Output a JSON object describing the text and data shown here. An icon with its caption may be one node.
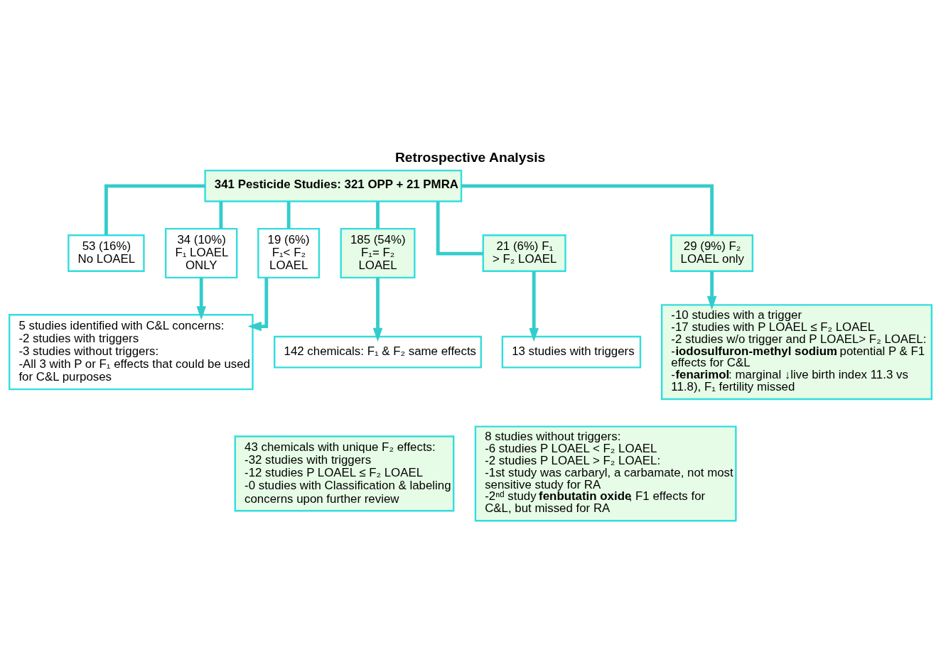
{
  "diagram": {
    "title": "Retrospective Analysis",
    "nodes": [
      {
        "text": [
          "341 Pesticide Studies: 321 OPP + 21 PMRA"
        ]
      },
      {
        "text": [
          "53 (16%) No LOAEL"
        ]
      },
      {
        "text": [
          "34 (10%) F₁ LOAEL ONLY"
        ]
      },
      {
        "text": [
          "19 (6%) F₁< F₂ LOAEL"
        ]
      },
      {
        "text": [
          "185 (54%) F₁= F₂ LOAEL"
        ]
      },
      {
        "text": [
          "21 (6%) F₁ > F₂ LOAEL"
        ]
      },
      {
        "text": [
          "29 (9%) F₂ LOAEL only"
        ]
      },
      {
        "text": [
          "5 studies identified with C&L concerns:",
          "-2 studies with triggers",
          "-3 studies without triggers:",
          "-All 3 with P or F₁ effects that could be used for C&L purposes"
        ]
      },
      {
        "text": [
          "13 studies with triggers"
        ]
      },
      {
        "text": [
          "8 studies without triggers:",
          "-6 studies P LOAEL < F₂ LOAEL",
          "-2 studies P LOAEL > F₂ LOAEL:",
          "-1st study was carbaryl, a carbamate, not most sensitive study for RA",
          "-2ⁿᵈ study **fenbutatin oxide**, F1 effects for C&L, but missed for RA"
        ]
      },
      {
        "text": [
          "142 chemicals: F₁ & F₂ same effects"
        ]
      },
      {
        "text": [
          "43 chemicals with unique F₂ effects:",
          "-32 studies with triggers",
          "-12 studies P LOAEL ≤ F₂ LOAEL",
          "-0 studies with Classification & labeling concerns upon further review"
        ]
      },
      {
        "text": [
          "-10 studies with a trigger",
          "-17 studies with P LOAEL ≤ F₂ LOAEL",
          "-2 studies w/o trigger and P LOAEL> F₂ LOAEL:",
          "-**iodosulfuron-methyl sodium**: potential P & F1 effects for C&L",
          "-**fenarimol**: marginal ↓live birth index 11.3 vs 11.8), F₁ fertility missed"
        ]
      }
    ],
    "edges": [
      {
        "from": 0,
        "to": 1,
        "arrow": "none"
      },
      {
        "from": 0,
        "to": 2,
        "arrow": "none"
      },
      {
        "from": 0,
        "to": 3,
        "arrow": "none"
      },
      {
        "from": 0,
        "to": 4,
        "arrow": "none"
      },
      {
        "from": 0,
        "to": 5,
        "arrow": "none"
      },
      {
        "from": 0,
        "to": 6,
        "arrow": "none"
      },
      {
        "from": 2,
        "to": 7,
        "arrow": "to"
      },
      {
        "from": 3,
        "to": 7,
        "arrow": "to"
      },
      {
        "from": 4,
        "to": 10,
        "arrow": "to"
      },
      {
        "from": 5,
        "to": 8,
        "arrow": "to"
      },
      {
        "from": 6,
        "to": 12,
        "arrow": "to"
      }
    ]
  }
}
